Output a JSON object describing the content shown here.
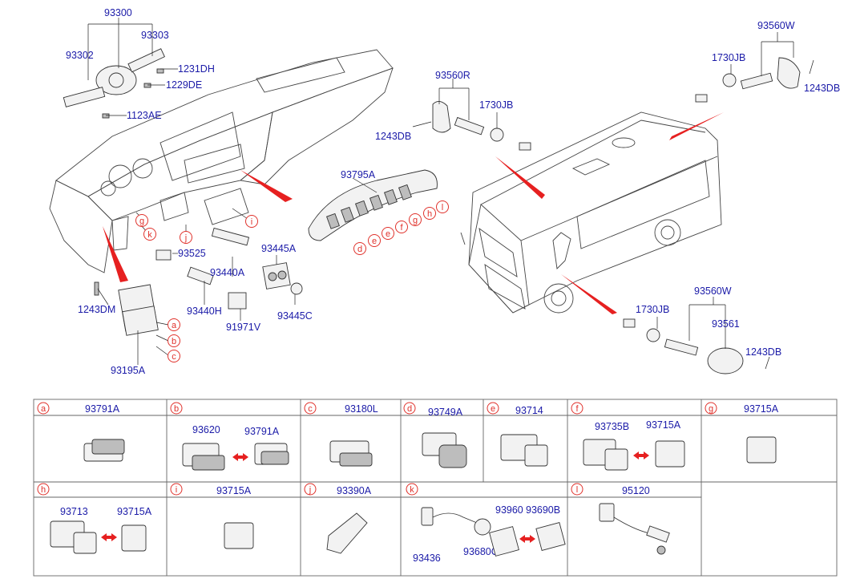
{
  "main_labels": {
    "p93300": "93300",
    "p93303": "93303",
    "p93302": "93302",
    "p1231DH": "1231DH",
    "p1229DE": "1229DE",
    "p1123AE": "1123AE",
    "p93795A": "93795A",
    "p93525": "93525",
    "p93440A": "93440A",
    "p93445A": "93445A",
    "p93440H": "93440H",
    "p91971V": "91971V",
    "p93445C": "93445C",
    "p1243DM": "1243DM",
    "p93195A": "93195A",
    "p93560R": "93560R",
    "p1730JB_a": "1730JB",
    "p1243DB_a": "1243DB",
    "p93560W_a": "93560W",
    "p1730JB_b": "1730JB",
    "p1243DB_b": "1243DB",
    "p93560W_b": "93560W",
    "p1730JB_c": "1730JB",
    "p93561": "93561",
    "p1243DB_c": "1243DB"
  },
  "callouts": {
    "a": "a",
    "b": "b",
    "c": "c",
    "d": "d",
    "e": "e",
    "f": "f",
    "g": "g",
    "h": "h",
    "i": "i",
    "j": "j",
    "k": "k",
    "l": "l"
  },
  "table": {
    "a": {
      "letter": "a",
      "parts": [
        "93791A"
      ]
    },
    "b": {
      "letter": "b",
      "parts": [
        "93620",
        "93791A"
      ]
    },
    "c": {
      "letter": "c",
      "parts": [
        "93180L"
      ]
    },
    "d": {
      "letter": "d",
      "parts": [
        "93749A"
      ]
    },
    "e": {
      "letter": "e",
      "parts": [
        "93714"
      ]
    },
    "f": {
      "letter": "f",
      "parts": [
        "93735B",
        "93715A"
      ]
    },
    "g": {
      "letter": "g",
      "parts": [
        "93715A"
      ]
    },
    "h": {
      "letter": "h",
      "parts": [
        "93713",
        "93715A"
      ]
    },
    "i": {
      "letter": "i",
      "parts": [
        "93715A"
      ]
    },
    "j": {
      "letter": "j",
      "parts": [
        "93390A"
      ]
    },
    "k": {
      "letter": "k",
      "parts": [
        "93436",
        "93960",
        "93680C",
        "93690B"
      ]
    },
    "l": {
      "letter": "l",
      "parts": [
        "95120"
      ]
    }
  },
  "colors": {
    "label": "#1b1ba8",
    "callout": "#e0322c",
    "pointer": "#e62020"
  }
}
